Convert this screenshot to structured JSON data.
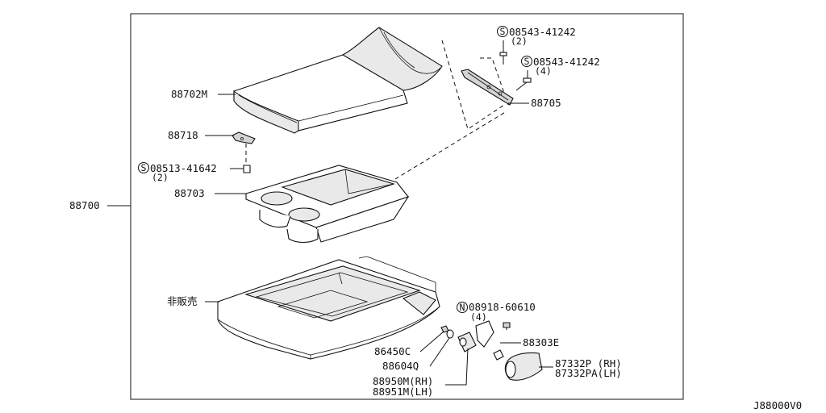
{
  "diagram": {
    "code": "J88000V0",
    "labels": {
      "armrest_assembly": "88700",
      "lid": "88702M",
      "hinge": "88705",
      "bracket": "88718",
      "bin": "88703",
      "console_body": "非販売",
      "nut": "86450C",
      "washer": "88604Q",
      "latch_rh": "88950M(RH)",
      "latch_lh": "88951M(LH)",
      "screw_e": "88303E",
      "cover_rh": "87332P (RH)",
      "cover_lh": "87332PA(LH)"
    },
    "fasteners": {
      "screw_top": {
        "symbol": "S",
        "part": "08543-41242",
        "qty": "(2)"
      },
      "screw_hinge": {
        "symbol": "S",
        "part": "08543-41242",
        "qty": "(4)"
      },
      "screw_bracket": {
        "symbol": "S",
        "part": "08513-41642",
        "qty": "(2)"
      },
      "bolt_latch": {
        "symbol": "N",
        "part": "08918-60610",
        "qty": "(4)"
      }
    }
  }
}
